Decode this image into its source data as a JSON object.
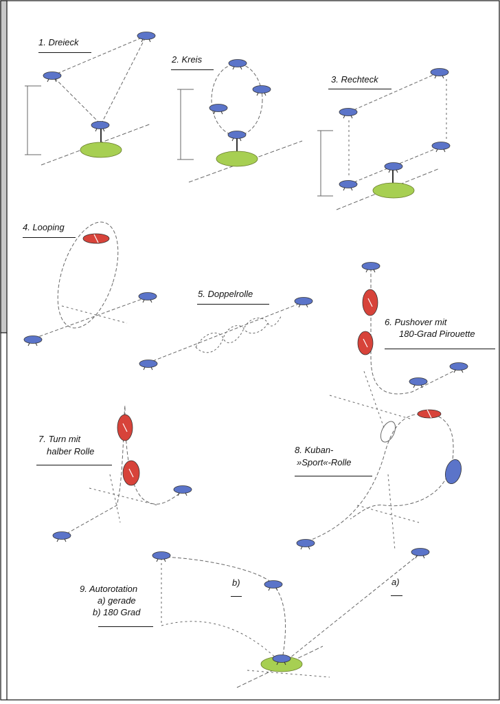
{
  "figures": [
    {
      "label": "1. Dreieck"
    },
    {
      "label": "2. Kreis"
    },
    {
      "label": "3. Rechteck"
    },
    {
      "label": "4. Looping"
    },
    {
      "label": "5. Doppelrolle"
    },
    {
      "label": "6. Pushover mit",
      "label2": "180-Grad Pirouette"
    },
    {
      "label": "7. Turn mit",
      "label2": "halber Rolle"
    },
    {
      "label": "8. Kuban-",
      "label2": "»Sport«-Rolle"
    },
    {
      "label": "9. Autorotation",
      "label2": "a) gerade",
      "label3": "b) 180 Grad"
    }
  ],
  "markers": {
    "a": "a)",
    "b": "b)"
  },
  "colors": {
    "heli_blue": "#5b74c9",
    "heli_red": "#d7433a",
    "pad_green": "#a7cf52",
    "frame_gray": "#c8c8c8",
    "line": "#555555"
  }
}
